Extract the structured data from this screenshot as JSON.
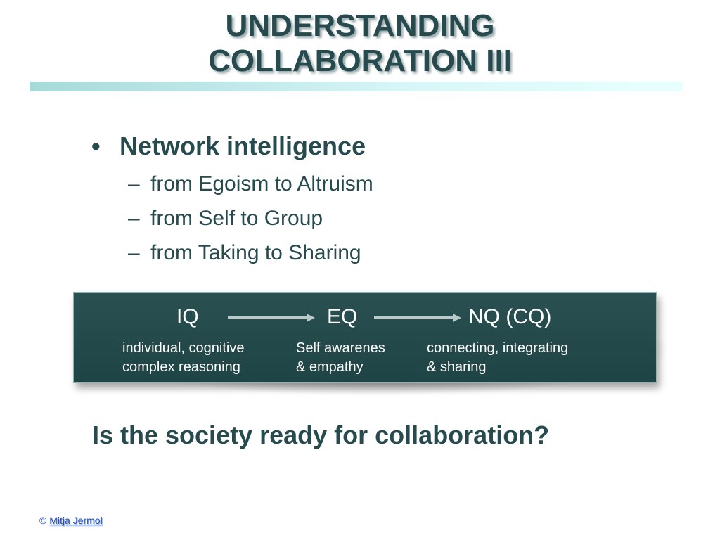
{
  "slide": {
    "title_line1": "UNDERSTANDING",
    "title_line2": "COLLABORATION III"
  },
  "bullets": {
    "main": "Network intelligence",
    "bullet_symbol": "•",
    "dash_symbol": "–",
    "subs": [
      "from Egoism to Altruism",
      "from Self to Group",
      "from Taking to Sharing"
    ]
  },
  "diagram": {
    "stages": [
      {
        "label": "IQ",
        "desc_line1": "individual, cognitive",
        "desc_line2": "complex reasoning"
      },
      {
        "label": "EQ",
        "desc_line1": "Self awarenes",
        "desc_line2": "& empathy"
      },
      {
        "label": "NQ (CQ)",
        "desc_line1": "connecting, integrating",
        "desc_line2": "& sharing"
      }
    ]
  },
  "question": "Is the society ready for collaboration?",
  "footer": {
    "copyright_symbol": "©",
    "author": "Mitja Jermol"
  },
  "colors": {
    "title": "#264a4d",
    "box_bg": "#204547",
    "accent_rule": "#a6dad9",
    "footer_link": "#1a4fd0"
  }
}
